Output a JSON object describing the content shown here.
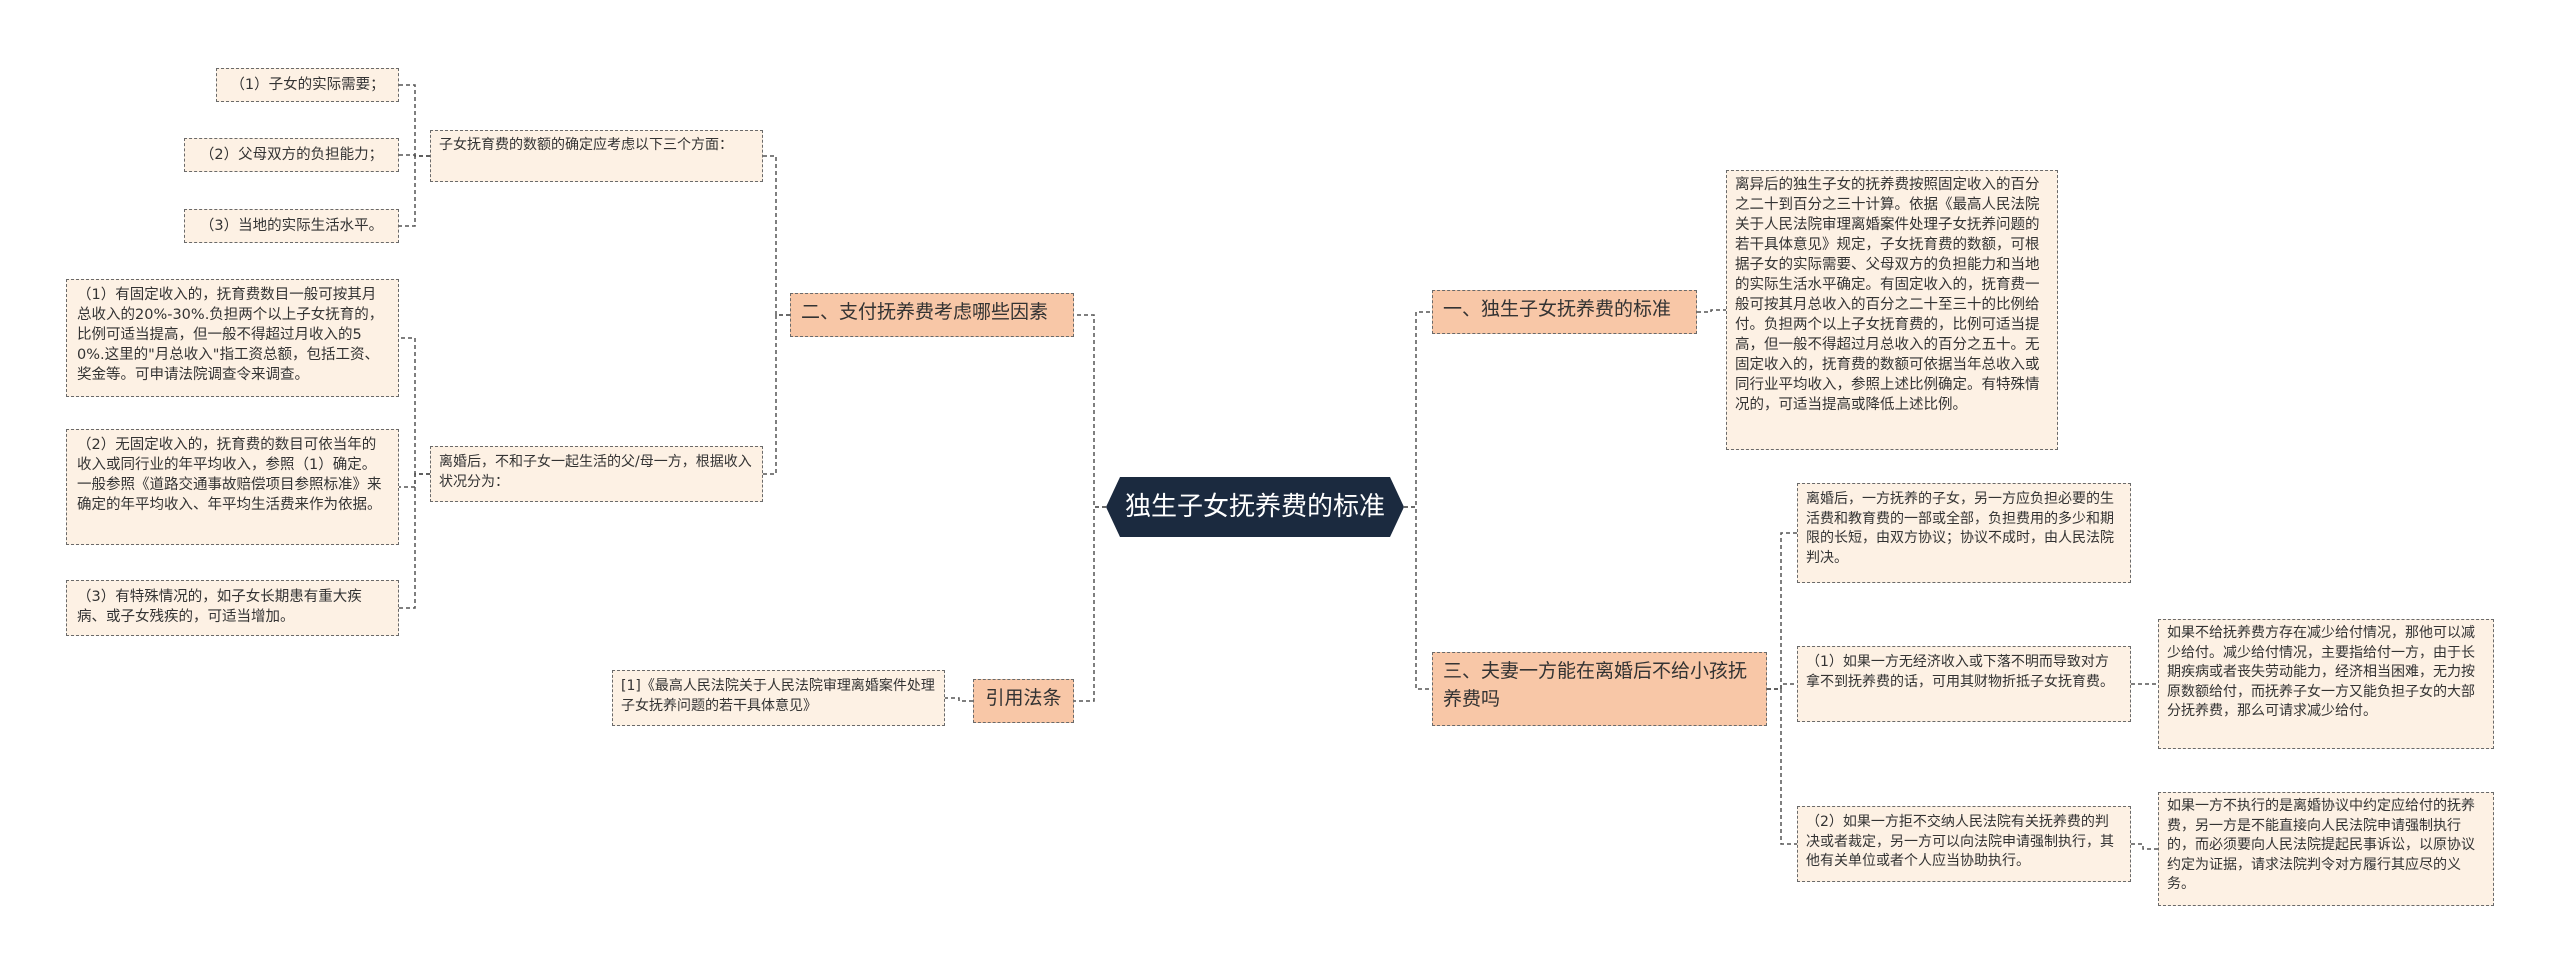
{
  "root": {
    "label": "独生子女抚养费的标准"
  },
  "right": {
    "branch1": {
      "label": "一、独生子女抚养费的标准",
      "detail": "离异后的独生子女的抚养费按照固定收入的百分之二十到百分之三十计算。依据《最高人民法院关于人民法院审理离婚案件处理子女抚养问题的若干具体意见》规定，子女抚育费的数额，可根据子女的实际需要、父母双方的负担能力和当地的实际生活水平确定。有固定收入的，抚育费一般可按其月总收入的百分之二十至三十的比例给付。负担两个以上子女抚育费的，比例可适当提高，但一般不得超过月总收入的百分之五十。无固定收入的，抚育费的数额可依据当年总收入或同行业平均收入，参照上述比例确定。有特殊情况的，可适当提高或降低上述比例。"
    },
    "branch3": {
      "label": "三、夫妻一方能在离婚后不给小孩抚养费吗",
      "intro": "离婚后，一方抚养的子女，另一方应负担必要的生活费和教育费的一部或全部，负担费用的多少和期限的长短，由双方协议；协议不成时，由人民法院判决。",
      "item1": "（1）如果一方无经济收入或下落不明而导致对方拿不到抚养费的话，可用其财物折抵子女抚育费。",
      "item1_note": "如果不给抚养费方存在减少给付情况，那他可以减少给付。减少给付情况，主要指给付一方，由于长期疾病或者丧失劳动能力，经济相当困难，无力按原数额给付，而抚养子女一方又能负担子女的大部分抚养费，那么可请求减少给付。",
      "item2": "（2）如果一方拒不交纳人民法院有关抚养费的判决或者裁定，另一方可以向法院申请强制执行，其他有关单位或者个人应当协助执行。",
      "item2_note": "如果一方不执行的是离婚协议中约定应给付的抚养费，另一方是不能直接向人民法院申请强制执行的，而必须要向人民法院提起民事诉讼，以原协议约定为证据，请求法院判令对方履行其应尽的义务。"
    }
  },
  "left": {
    "branch2": {
      "label": "二、支付抚养费考虑哪些因素",
      "sub1": {
        "label": "子女抚育费的数额的确定应考虑以下三个方面：",
        "items": [
          "（1）子女的实际需要；",
          "（2）父母双方的负担能力；",
          "（3）当地的实际生活水平。"
        ]
      },
      "sub2": {
        "label": "离婚后，不和子女一起生活的父/母一方，根据收入状况分为：",
        "items": [
          "（1）有固定收入的，抚育费数目一般可按其月总收入的20%-30%.负担两个以上子女抚育的，比例可适当提高，但一般不得超过月收入的50%.这里的\"月总收入\"指工资总额，包括工资、奖金等。可申请法院调查令来调查。",
          "（2）无固定收入的，抚育费的数目可依当年的收入或同行业的年平均收入，参照（1）确定。一般参照《道路交通事故赔偿项目参照标准》来确定的年平均收入、年平均生活费来作为依据。",
          "（3）有特殊情况的，如子女长期患有重大疾病、或子女残疾的，可适当增加。"
        ]
      }
    },
    "branch4": {
      "label": "引用法条",
      "items": [
        "[1]《最高人民法院关于人民法院审理离婚案件处理子女抚养问题的若干具体意见》"
      ]
    }
  },
  "colors": {
    "root_bg": "#1b2a3f",
    "branch_bg": "#f8c7a7",
    "leaf_bg": "#fdf1e4",
    "line": "#555555"
  }
}
